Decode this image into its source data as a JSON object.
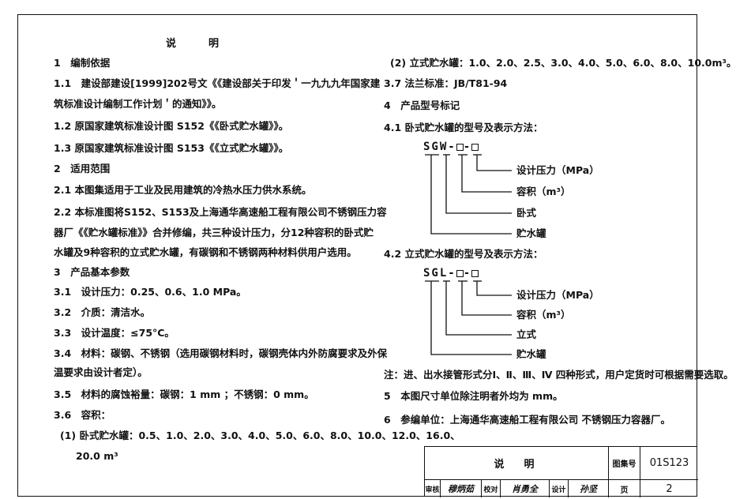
{
  "title": "说　明",
  "left": {
    "s1_head": "1　编制依据",
    "s1_1a": "1.1　建设部建设[1999]202号文《《建设部关于印发＇一九九九年国家建",
    "s1_1b": "筑标准设计编制工作计划＇的通知》》。",
    "s1_2": "1.2 原国家建筑标准设计图 S152《《卧式贮水罐》》。",
    "s1_3": "1.3 原国家建筑标准设计图 S153《《立式贮水罐》》。",
    "s2_head": "2　适用范围",
    "s2_1": "2.1 本图集适用于工业及民用建筑的冷热水压力供水系统。",
    "s2_2a": "2.2 本标准图将S152、S153及上海通华高速船工程有限公司不锈钢压力容",
    "s2_2b": "器厂《《贮水罐标准》》合并修编，共三种设计压力，分12种容积的卧式贮",
    "s2_2c": "水罐及9种容积的立式贮水罐，有碳钢和不锈钢两种材料供用户选用。",
    "s3_head": "3　产品基本参数",
    "s3_1": "3.1　设计压力：0.25、0.6、1.0 MPa。",
    "s3_2": "3.2　介质：清洁水。",
    "s3_3": "3.3　设计温度：≤75°C。",
    "s3_4a": "3.4　材料：碳钢、不锈钢（选用碳钢材料时，碳钢壳体内外防腐要求及外保",
    "s3_4b": "温要求由设计者定）。",
    "s3_5": "3.5　材料的腐蚀裕量：碳钢：1 mm ；不锈钢：0 mm。",
    "s3_6": "3.6　容积：",
    "s3_6_1a": "(1) 卧式贮水罐：0.5、1.0、2.0、3.0、4.0、5.0、6.0、8.0、10.0、12.0、16.0、",
    "s3_6_1b": "20.0 m³"
  },
  "right": {
    "s3_6_2": "(2) 立式贮水罐：1.0、2.0、2.5、3.0、4.0、5.0、6.0、8.0、10.0m³。",
    "s3_7": "3.7 法兰标准：JB/T81-94",
    "s4_head": "4　产品型号标记",
    "s4_1": "4.1 卧式贮水罐的型号及表示方法：",
    "code1_prefix": "SG",
    "code1_letter": "W",
    "d1_l1": "设计压力（MPa）",
    "d1_l2": "容积（m³）",
    "d1_l3": "卧式",
    "d1_l4": "贮水罐",
    "s4_2": "4.2 立式贮水罐的型号及表示方法：",
    "code2_prefix": "SG",
    "code2_letter": "L",
    "d2_l1": "设计压力（MPa）",
    "d2_l2": "容积（m³）",
    "d2_l3": "立式",
    "d2_l4": "贮水罐",
    "note": "注：进、出水接管形式分Ⅰ、Ⅱ、Ⅲ、Ⅳ 四种形式，用户定货时可根据需要选取。",
    "s5": "5　本图尺寸单位除注明者外均为 mm。",
    "s6": "6　参编单位：上海通华高速船工程有限公司 不锈钢压力容器厂。"
  },
  "titleblock": {
    "name": "说　明",
    "atlas_label": "图集号",
    "atlas_no": "01S123",
    "review_label": "审核",
    "review_sig": "穆炳茹",
    "check_label": "校对",
    "check_sig": "肖勇全",
    "design_label": "设计",
    "design_sig": "孙坚",
    "page_label": "页",
    "page_no": "2"
  }
}
